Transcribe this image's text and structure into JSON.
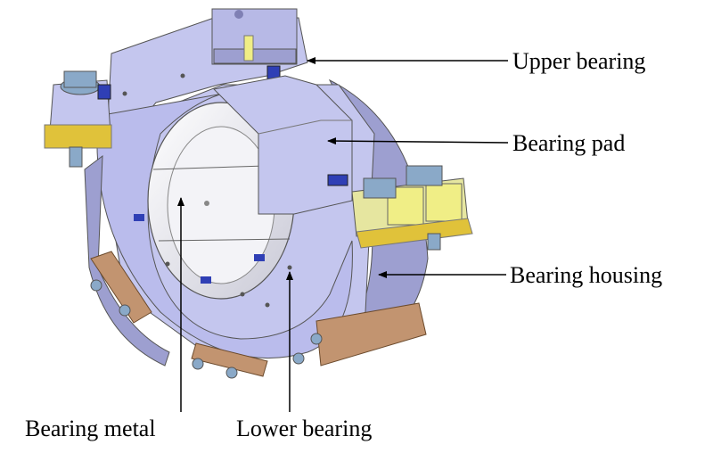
{
  "labels": {
    "upper_bearing": "Upper bearing",
    "bearing_pad": "Bearing pad",
    "bearing_housing": "Bearing housing",
    "bearing_metal": "Bearing metal",
    "lower_bearing": "Lower bearing"
  },
  "colors": {
    "housing": "#c4c6ee",
    "housing_shadow": "#9d9fd0",
    "housing_dark": "#7f80b4",
    "bore": "#f3f3f7",
    "bolt_steel": "#8aa9c8",
    "bolt_blue": "#2f3fb5",
    "shim_yellow": "#f0ee86",
    "plate_yellow": "#e0c23a",
    "pad_brown": "#c29470",
    "line": "#000000"
  }
}
